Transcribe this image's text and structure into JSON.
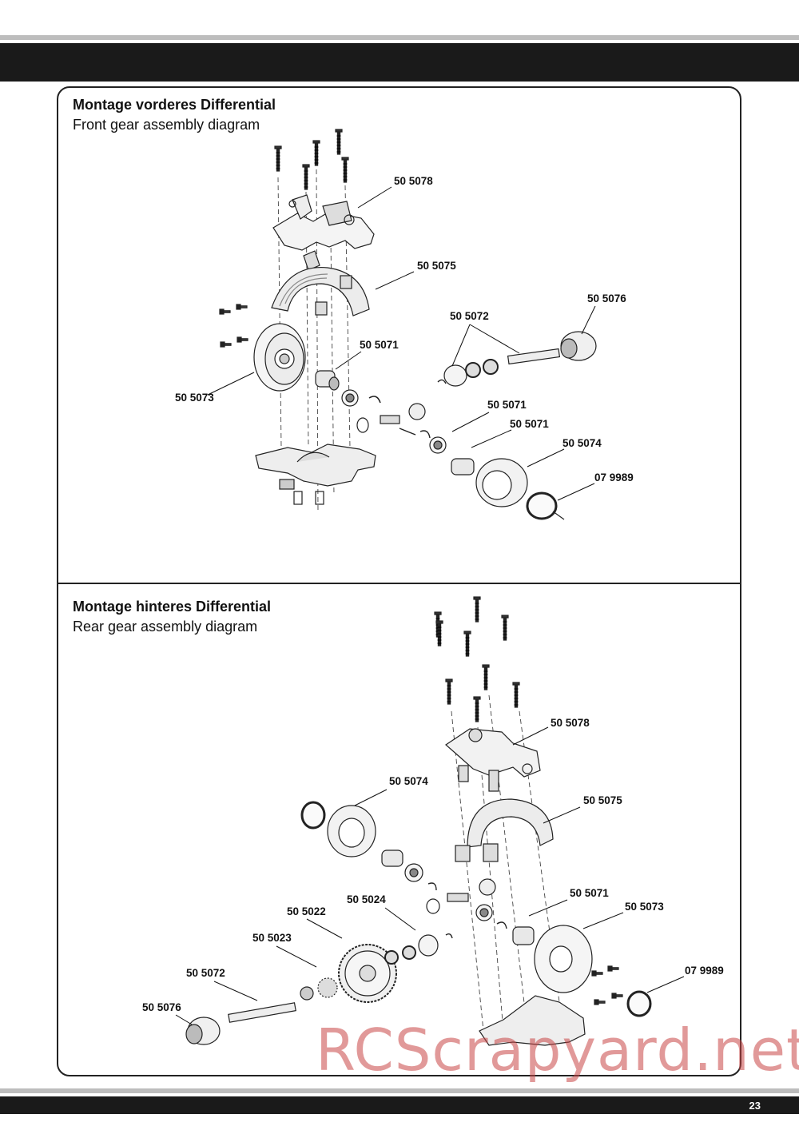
{
  "front": {
    "title": "Montage vorderes Differential",
    "subtitle": "Front gear assembly diagram",
    "labels": {
      "l1": "50 5078",
      "l2": "50 5075",
      "l3": "50 5076",
      "l4": "50 5072",
      "l5": "50 5071",
      "l6": "50 5073",
      "l7": "50 5071",
      "l8": "50 5071",
      "l9": "50 5074",
      "l10": "07 9989"
    }
  },
  "rear": {
    "title": "Montage hinteres Differential",
    "subtitle": "Rear gear assembly diagram",
    "labels": {
      "l1": "50 5078",
      "l2": "50 5074",
      "l3": "50 5075",
      "l4": "50 5071",
      "l5": "50 5024",
      "l6": "50 5022",
      "l7": "50 5073",
      "l8": "50 5023",
      "l9": "07 9989",
      "l10": "50 5072",
      "l11": "50 5076"
    }
  },
  "page_number": "23",
  "watermark": "RCScrapyard.net"
}
